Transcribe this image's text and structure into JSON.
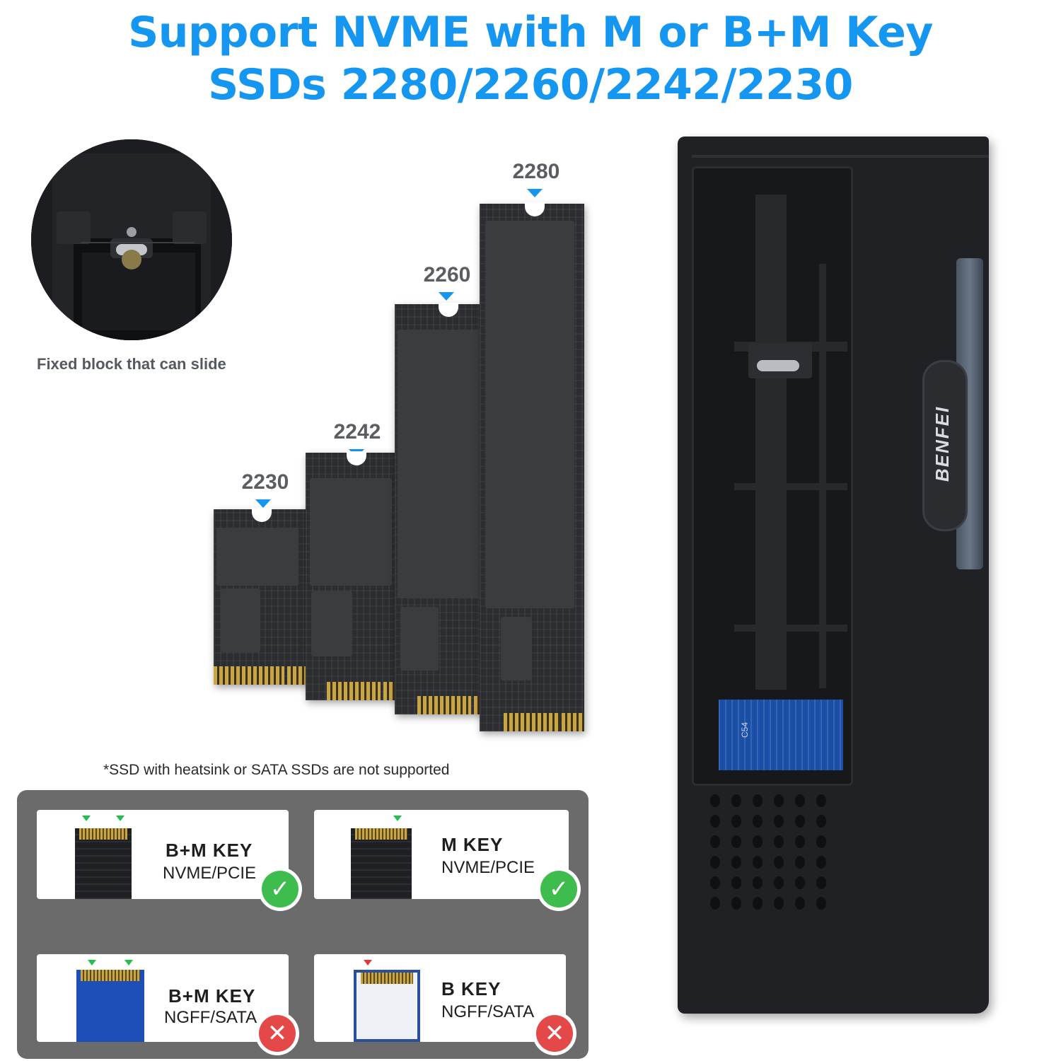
{
  "headline": {
    "line1": "Support NVME with M or B+M Key",
    "line2": "SSDs 2280/2260/2242/2230"
  },
  "detail": {
    "caption": "Fixed block that can slide"
  },
  "sizes": [
    "2230",
    "2242",
    "2260",
    "2280"
  ],
  "footnote": "*SSD with heatsink or SATA SSDs are not supported",
  "compatibility": [
    {
      "key": "B+M KEY",
      "protocol": "NVME/PCIE",
      "supported": true,
      "icon": "check-icon"
    },
    {
      "key": "M KEY",
      "protocol": "NVME/PCIE",
      "supported": true,
      "icon": "check-icon"
    },
    {
      "key": "B+M KEY",
      "protocol": "NGFF/SATA",
      "supported": false,
      "icon": "cross-icon"
    },
    {
      "key": "B KEY",
      "protocol": "NGFF/SATA",
      "supported": false,
      "icon": "cross-icon"
    }
  ],
  "enclosure": {
    "brand": "BENFEI",
    "board_mark": "C54"
  },
  "colors": {
    "accent": "#1596f0",
    "supported": "#3ebd4e",
    "unsupported": "#e44848"
  }
}
